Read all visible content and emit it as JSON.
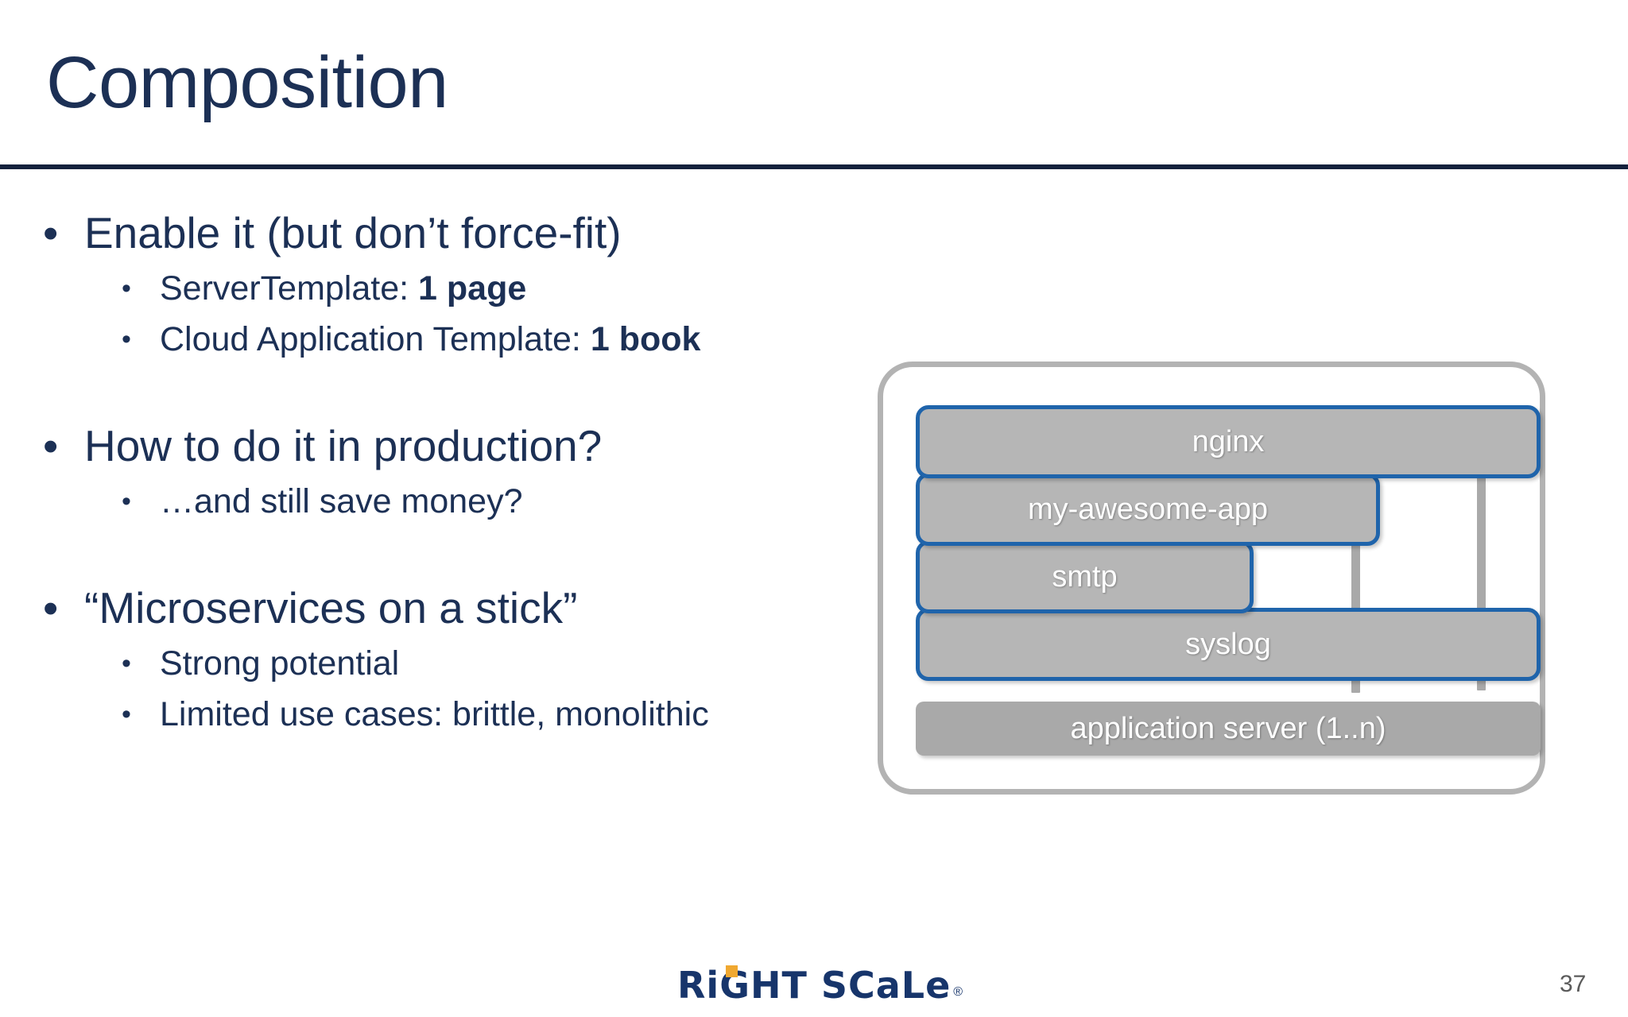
{
  "slide": {
    "title": "Composition",
    "page_number": "37",
    "accent_navy": "#1c3055",
    "rule_color": "#14213d",
    "box_border_blue": "#1f64ab",
    "box_fill_gray": "#b6b6b6",
    "container_gray": "#b3b3b3",
    "app_server_gray": "#a9a9a9"
  },
  "bullets": [
    {
      "level": 1,
      "marker": "•",
      "text": "Enable it (but don’t force-fit)"
    },
    {
      "level": 2,
      "marker": "•",
      "text": "ServerTemplate: ",
      "bold": "1 page"
    },
    {
      "level": 2,
      "marker": "•",
      "text": "Cloud Application Template: ",
      "bold": "1 book"
    },
    {
      "level": 1,
      "marker": "•",
      "text": "How to do it in production?"
    },
    {
      "level": 2,
      "marker": "•",
      "text": "…and still save money?",
      "bold": ""
    },
    {
      "level": 1,
      "marker": "•",
      "text": "“Microservices on a stick”"
    },
    {
      "level": 2,
      "marker": "•",
      "text": "Strong potential",
      "bold": ""
    },
    {
      "level": 2,
      "marker": "•",
      "text": "Limited use cases: brittle, monolithic",
      "bold": ""
    }
  ],
  "diagram": {
    "services": [
      {
        "label": "nginx"
      },
      {
        "label": "my-awesome-app"
      },
      {
        "label": "smtp"
      },
      {
        "label": "syslog"
      }
    ],
    "host": {
      "label": "application server (1..n)"
    }
  },
  "footer": {
    "logo_text": "RiGHT SCaLe",
    "logo_trademark": "®"
  }
}
